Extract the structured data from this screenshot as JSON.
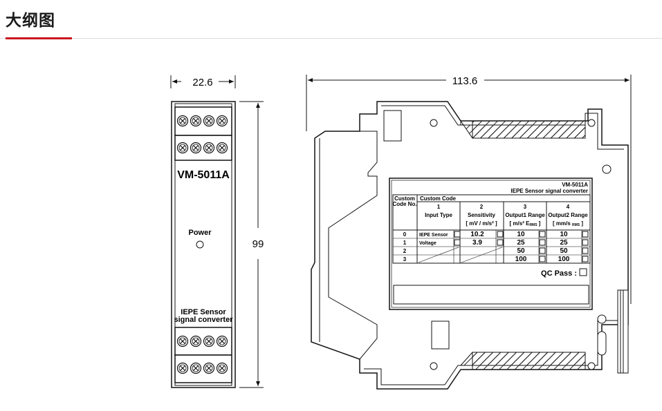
{
  "header": {
    "title": "大纲图"
  },
  "front": {
    "width_dim": "22.6",
    "height_dim": "99",
    "model": "VM-5011A",
    "power_label": "Power",
    "desc_line1": "IEPE Sensor",
    "desc_line2": "signal converter"
  },
  "side": {
    "width_dim": "113.6",
    "label_model": "VM-5011A",
    "label_desc": "IEPE Sensor signal converter",
    "table": {
      "col0_header_l1": "Custom",
      "col0_header_l2": "Code No.",
      "custom_code": "Custom Code",
      "col_numbers": [
        "1",
        "2",
        "3",
        "4"
      ],
      "col_titles": [
        "Input Type",
        "Sensitivity",
        "Output1 Range",
        "Output2 Range"
      ],
      "col_units": [
        "[ mV / m/s² ]",
        "[ m/s² E",
        "RMS",
        " ]",
        "[ mm/s ",
        "RMS",
        " ]"
      ],
      "row_codes": [
        "0",
        "1",
        "2",
        "3"
      ],
      "input_types": [
        "IEPE Sensor",
        "Voltage"
      ],
      "sensitivities": [
        "10.2",
        "3.9"
      ],
      "output1": [
        "10",
        "25",
        "50",
        "100"
      ],
      "output2": [
        "10",
        "25",
        "50",
        "100"
      ]
    },
    "qc_label": "QC Pass :"
  }
}
